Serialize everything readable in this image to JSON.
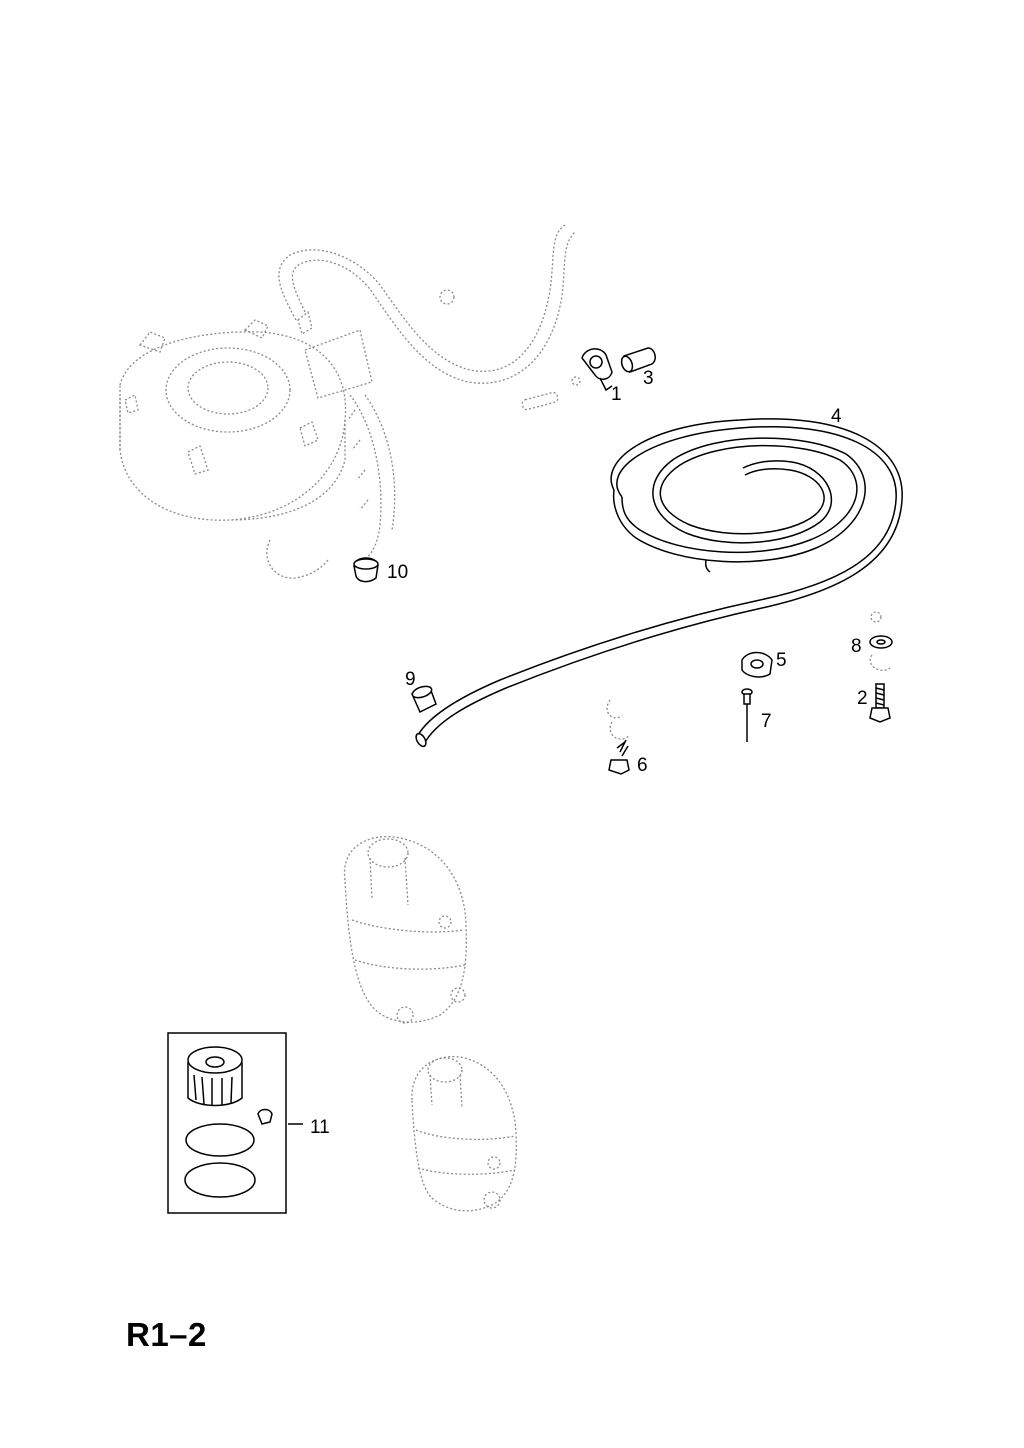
{
  "page_code": "R1–2",
  "callouts": [
    {
      "id": "1",
      "label": "1"
    },
    {
      "id": "2",
      "label": "2"
    },
    {
      "id": "3",
      "label": "3"
    },
    {
      "id": "4",
      "label": "4"
    },
    {
      "id": "5",
      "label": "5"
    },
    {
      "id": "6",
      "label": "6"
    },
    {
      "id": "7",
      "label": "7"
    },
    {
      "id": "8",
      "label": "8"
    },
    {
      "id": "9",
      "label": "9"
    },
    {
      "id": "10",
      "label": "10"
    },
    {
      "id": "11",
      "label": "11"
    }
  ],
  "colors": {
    "line": "#000000",
    "ghost_line": "#8a8a8a",
    "background": "#ffffff"
  }
}
